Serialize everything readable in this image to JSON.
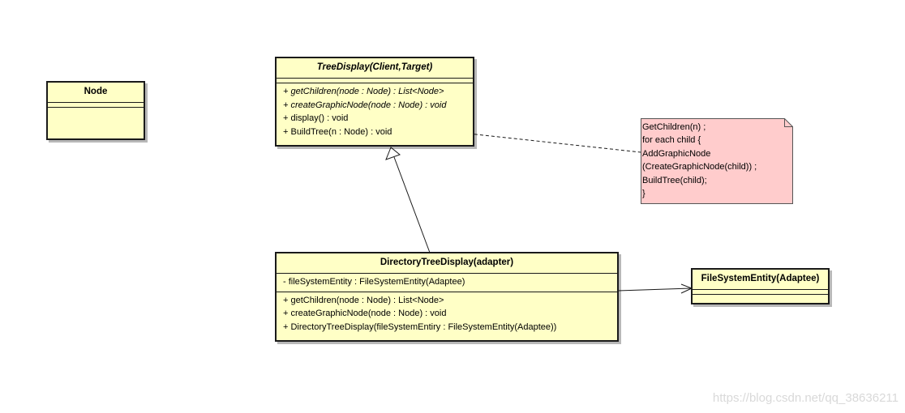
{
  "node_class": {
    "name": "Node"
  },
  "tree_display": {
    "name": "TreeDisplay(Client,Target)",
    "operations": [
      "+ getChildren(node : Node) : List<Node>",
      "+ createGraphicNode(node : Node) : void",
      "+ display() : void",
      "+ BuildTree(n : Node) : void"
    ]
  },
  "directory_tree_display": {
    "name": "DirectoryTreeDisplay(adapter)",
    "attributes": [
      "- fileSystemEntity : FileSystemEntity(Adaptee)"
    ],
    "operations": [
      "+ getChildren(node : Node) : List<Node>",
      "+ createGraphicNode(node : Node) : void",
      "+ DirectoryTreeDisplay(fileSystemEntiry : FileSystemEntity(Adaptee))"
    ]
  },
  "file_system_entity": {
    "name": "FileSystemEntity(Adaptee)"
  },
  "note": {
    "lines": [
      "GetChildren(n) ;",
      "for each child {",
      "AddGraphicNode",
      "(CreateGraphicNode(child)) ;",
      "BuildTree(child);",
      "}"
    ]
  },
  "watermark": "https://blog.csdn.net/qq_38636211",
  "colors": {
    "class_fill": "#ffffc6",
    "note_fill": "#ffcccc",
    "border": "#1a1a1a"
  }
}
